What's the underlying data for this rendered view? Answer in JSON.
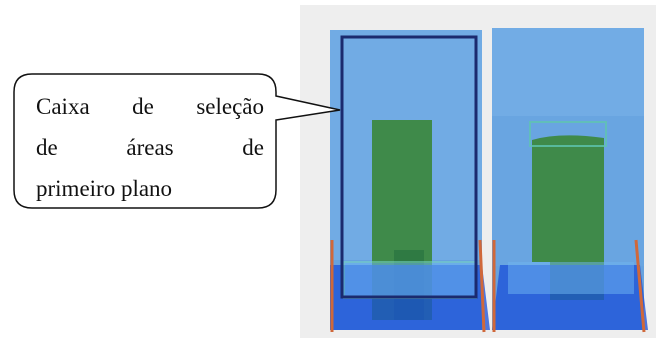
{
  "callout": {
    "line1": "Caixa de seleção",
    "line2": "de áreas de",
    "line3": "primeiro plano"
  },
  "colors": {
    "background_panel": "#eeeeee",
    "blue_region": "#5b9bdc",
    "green_object": "#3f8a4a",
    "selection_box": "#1b2a6e",
    "bottom_tray": "#1a4fd8",
    "orange_edge": "#d0683a"
  }
}
